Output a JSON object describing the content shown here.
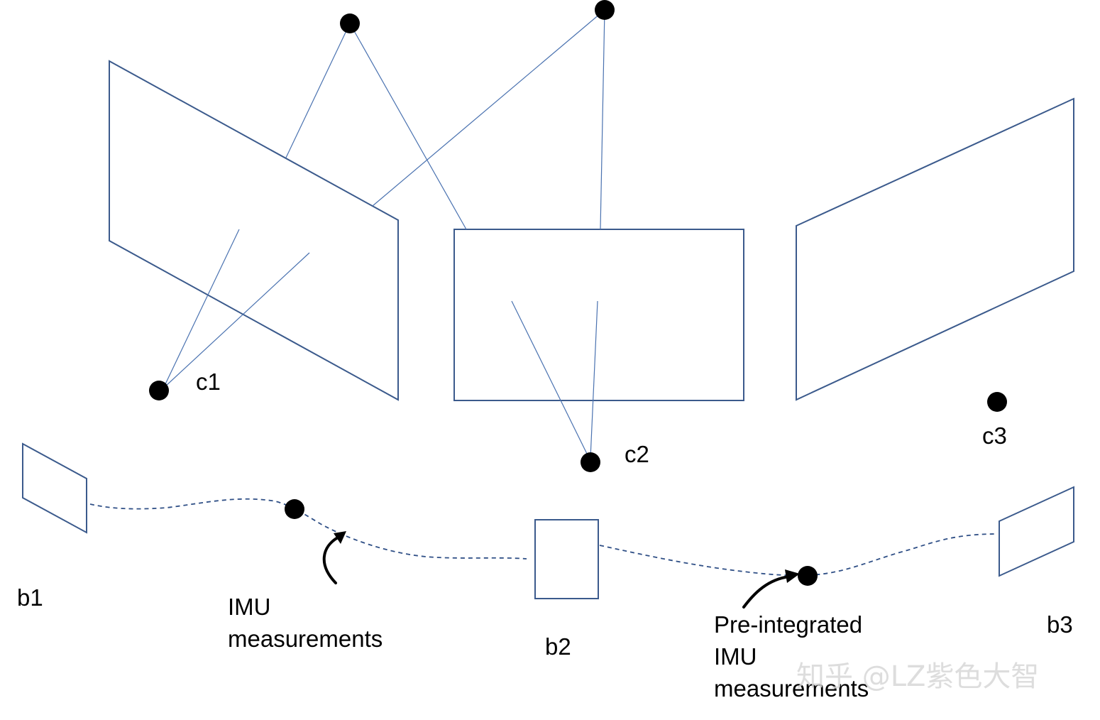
{
  "labels": {
    "c1": "c1",
    "c2": "c2",
    "c3": "c3",
    "b1": "b1",
    "b2": "b2",
    "b3": "b3",
    "imu_line1": "IMU",
    "imu_line2": "measurements",
    "pre_line1": "Pre-integrated",
    "pre_line2": "IMU",
    "pre_line3": "measurements"
  },
  "watermark": "知乎 @LZ紫色大智",
  "colors": {
    "frame_stroke": "#3b5a8c",
    "ray_stroke": "#4a72b0",
    "trajectory": "#2f4f86",
    "points": "#000000",
    "text": "#000000"
  }
}
